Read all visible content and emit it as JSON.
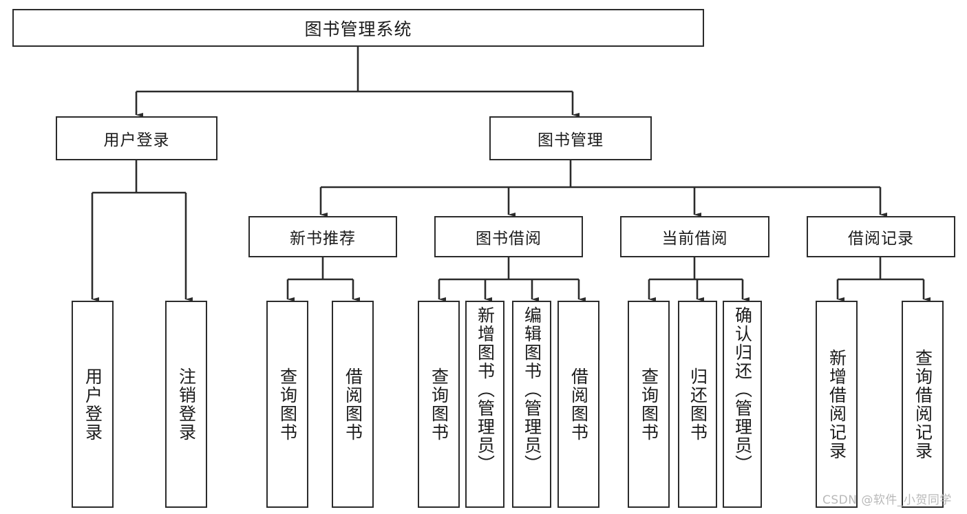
{
  "diagram": {
    "type": "tree-hierarchy-function-chart",
    "root": {
      "label": "图书管理系统"
    },
    "level2": [
      {
        "label": "用户登录"
      },
      {
        "label": "图书管理"
      }
    ],
    "level3": [
      {
        "label": "新书推荐"
      },
      {
        "label": "图书借阅"
      },
      {
        "label": "当前借阅"
      },
      {
        "label": "借阅记录"
      }
    ],
    "leaves": [
      {
        "label": "用户登录",
        "parent": "用户登录"
      },
      {
        "label": "注销登录",
        "parent": "用户登录"
      },
      {
        "label": "查询图书",
        "parent": "新书推荐"
      },
      {
        "label": "借阅图书",
        "parent": "新书推荐"
      },
      {
        "label": "查询图书",
        "parent": "图书借阅"
      },
      {
        "label": "新增图书（管理员）",
        "parent": "图书借阅"
      },
      {
        "label": "编辑图书（管理员）",
        "parent": "图书借阅"
      },
      {
        "label": "借阅图书",
        "parent": "图书借阅"
      },
      {
        "label": "查询图书",
        "parent": "当前借阅"
      },
      {
        "label": "归还图书",
        "parent": "当前借阅"
      },
      {
        "label": "确认归还（管理员）",
        "parent": "当前借阅"
      },
      {
        "label": "新增借阅记录",
        "parent": "借阅记录"
      },
      {
        "label": "查询借阅记录",
        "parent": "借阅记录"
      }
    ]
  },
  "watermark": {
    "text": "CSDN @软件_小贺同学"
  },
  "colors": {
    "stroke": "#2b2b2b",
    "fill": "#ffffff",
    "text": "#1b1b1b",
    "watermark": "#b9b9b9"
  }
}
